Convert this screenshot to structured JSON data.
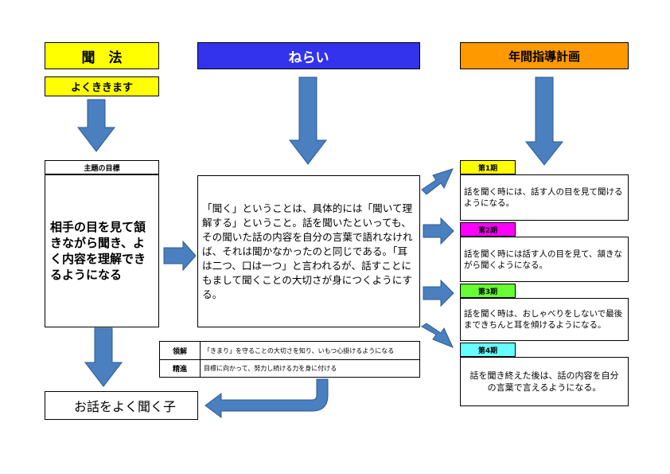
{
  "headers": {
    "hoho": "聞　法",
    "nerai": "ねらい",
    "nenkan": "年間指導計画"
  },
  "colors": {
    "hoho_bg": "#ffff00",
    "nerai_bg": "#3333ee",
    "nenkan_bg": "#ff9900",
    "arrow_fill": "#4a7fc0",
    "arrow_stroke": "#2e5a90",
    "period1": "#ffff00",
    "period2": "#ff00ff",
    "period3": "#66ff33",
    "period4": "#66ffff"
  },
  "left": {
    "subtitle": "よくききます",
    "goal_label": "主題の目標",
    "goal_text": "相手の目を見て頷きながら聞き、よく内容を理解できるようになる",
    "result": "お話をよく聞く子"
  },
  "center": {
    "main_text": "「聞く」ということは、具体的には「聞いて理解する」ということ。話を聞いたといっても、その聞いた話の内容を自分の言葉で語れなければ、それは聞かなかったのと同じである。「耳は二つ、口は一つ」と言われるが、話すことにもまして聞くことの大切さが身につくようにする。",
    "rows": [
      {
        "label": "領解",
        "text": "「きまり」を守ることの大切さを知り、いもつ心掛けるようになる"
      },
      {
        "label": "精進",
        "text": "目標に向かって、努力し続ける力を身に付ける"
      }
    ]
  },
  "periods": [
    {
      "label": "第1期",
      "text": "話を聞く時には、話す人の目を見て聞けるようになる。"
    },
    {
      "label": "第2期",
      "text": "話を聞く時には話す人の目を見て、頷きながら聞くようになる。"
    },
    {
      "label": "第3期",
      "text": "話を聞く時は、おしゃべりをしないで最後まできちんと耳を傾けるようになる。"
    },
    {
      "label": "第4期",
      "text": "話を聞き終えた後は、話の内容を自分の言葉で言えるようになる。"
    }
  ]
}
